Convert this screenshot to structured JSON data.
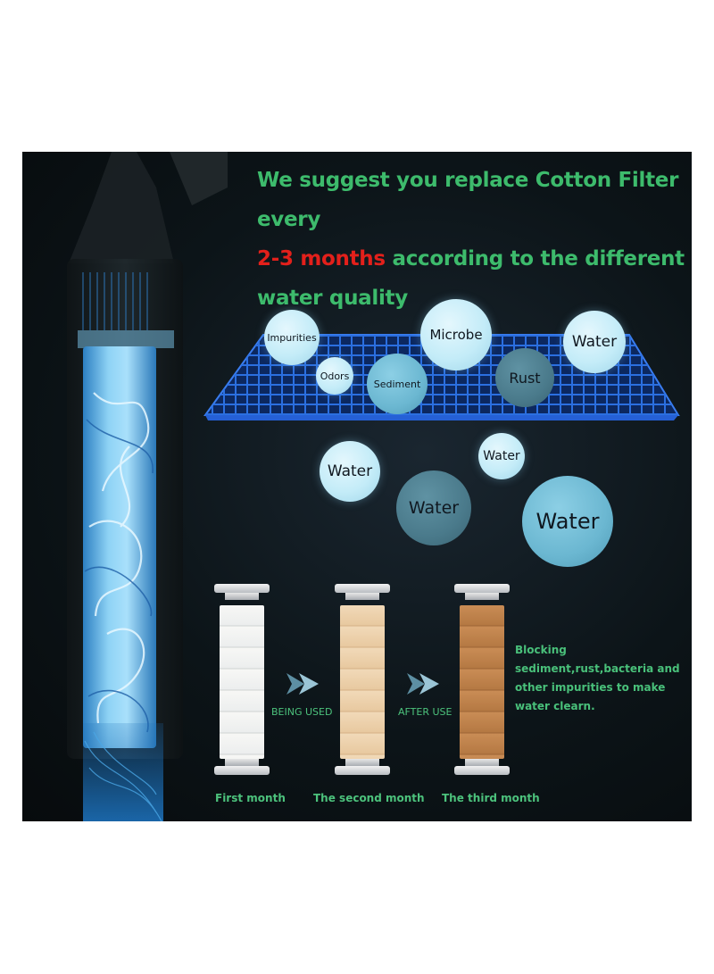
{
  "headline": {
    "line1": "We suggest you replace Cotton Filter every",
    "highlight": "2-3 months",
    "line2_rest": " according to the different",
    "line3": "water quality"
  },
  "mesh_bubbles": {
    "impurities": "Impurities",
    "microbe": "Microbe",
    "water_top": "Water",
    "odors": "Odors",
    "sediment": "Sediment",
    "rust": "Rust"
  },
  "water_bubbles": [
    "Water",
    "Water",
    "Water",
    "Water"
  ],
  "stages": {
    "arrow1_label": "BEING USED",
    "arrow2_label": "AFTER USE",
    "first": "First month",
    "second": "The second month",
    "third": "The third month"
  },
  "description": "Blocking sediment,rust,bacteria and other impurities  to make water clearn.",
  "colors": {
    "headline_green": "#3dbb6c",
    "headline_red": "#e3201b",
    "background": "#0c1418"
  }
}
